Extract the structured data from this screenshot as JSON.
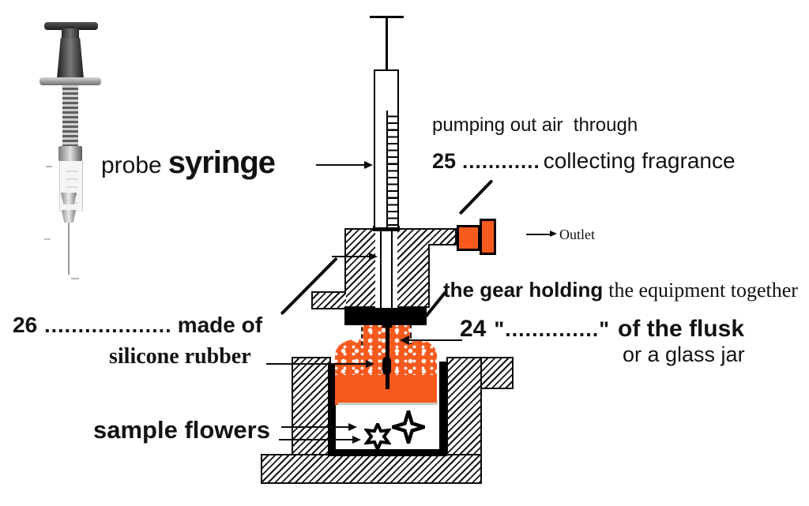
{
  "figure": {
    "type": "fragrance-extraction-apparatus-diagram",
    "colors": {
      "accent_orange": "#f85a1e",
      "ink": "#0d0d0d"
    },
    "labels": {
      "probe_prefix": "probe",
      "probe_bold": "syringe",
      "pumping_line": "pumping out air  through",
      "q25_num": "25",
      "q25_dots": "............",
      "q25_text": "collecting fragrance",
      "outlet": "Outlet",
      "gear_sans": "the gear holding",
      "gear_serif": "the equipment together",
      "q26_num": "26",
      "q26_dots": "...................",
      "q26_text": "made of",
      "silicone_line": "silicone rubber",
      "q24_num": "24",
      "q24_quote": "\"..............\"",
      "q24_text": "of the flusk",
      "glass_jar_line": "or a glass jar",
      "sample_flowers": "sample flowers"
    },
    "icons": {
      "flower_six": "six-point-flower",
      "flower_four": "four-point-flower",
      "syringe_photo": "syringe-photo"
    }
  }
}
